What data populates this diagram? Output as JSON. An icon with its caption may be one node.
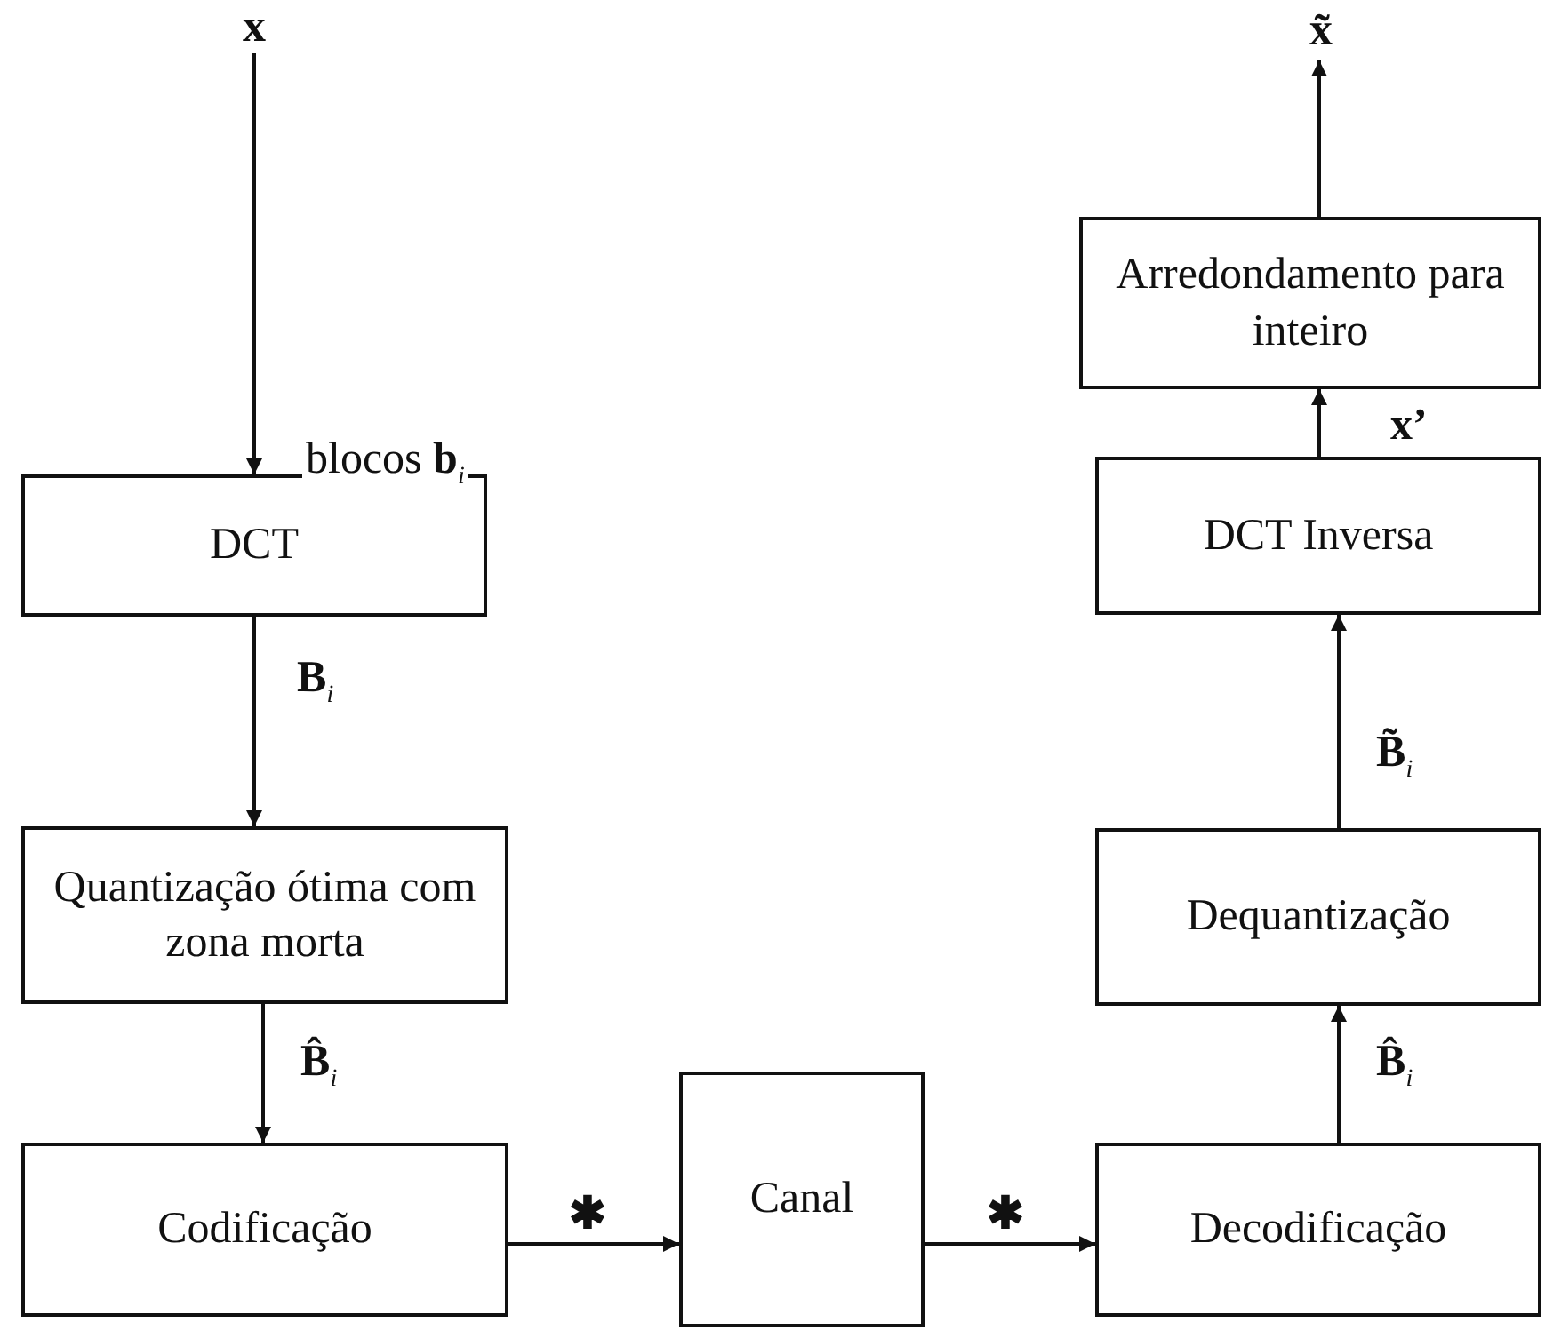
{
  "diagram": {
    "nodes": [
      {
        "text": [
          "x"
        ]
      },
      {
        "text": [
          "DCT"
        ]
      },
      {
        "text": [
          "Quantização ótima com zona morta"
        ]
      },
      {
        "text": [
          "Codificação"
        ]
      },
      {
        "text": [
          "Canal"
        ]
      },
      {
        "text": [
          "Decodificação"
        ]
      },
      {
        "text": [
          "Dequantização"
        ]
      },
      {
        "text": [
          "DCT Inversa"
        ]
      },
      {
        "text": [
          "Arredondamento para inteiro"
        ]
      },
      {
        "text": [
          "x̃"
        ]
      }
    ],
    "edges": [
      {
        "from": 0,
        "to": 1,
        "arrow": "to",
        "label": "blocos **b**$_{i}$"
      },
      {
        "from": 1,
        "to": 2,
        "arrow": "to",
        "label": "**B**$_{i}$"
      },
      {
        "from": 2,
        "to": 3,
        "arrow": "to",
        "label": "**B̂**$_{i}$"
      },
      {
        "from": 3,
        "to": 4,
        "arrow": "to",
        "label": "**✱**"
      },
      {
        "from": 4,
        "to": 5,
        "arrow": "to",
        "label": "**✱**"
      },
      {
        "from": 5,
        "to": 6,
        "arrow": "to",
        "label": "**B̂**$_{i}$"
      },
      {
        "from": 6,
        "to": 7,
        "arrow": "to",
        "label": "**B̃**$_{i}$"
      },
      {
        "from": 7,
        "to": 8,
        "arrow": "to",
        "label": "**x’**"
      },
      {
        "from": 8,
        "to": 9,
        "arrow": "to"
      }
    ]
  }
}
